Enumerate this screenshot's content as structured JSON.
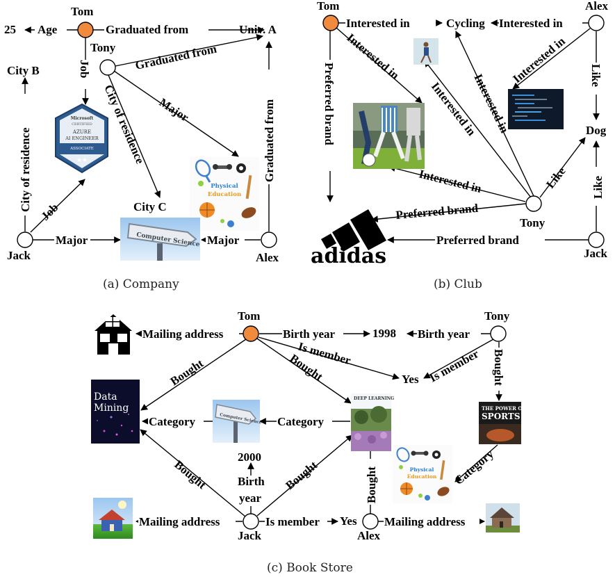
{
  "colors": {
    "highlight_node": "#f08a3c"
  },
  "company": {
    "caption": "(a) Company",
    "tom": "Tom",
    "tony": "Tony",
    "jack": "Jack",
    "alex": "Alex",
    "age_value": "25",
    "age": "Age",
    "graduated_from_1": "Graduated from",
    "graduated_from_2": "Graduated from",
    "graduated_from_3": "Graduated from",
    "univ_a": "Univ. A",
    "job_1": "Job",
    "job_2": "Job",
    "city_b": "City B",
    "city_c": "City C",
    "city_residence_1": "City  of residence",
    "city_residence_2": "City  of residence",
    "major_1": "Major",
    "major_2": "Major",
    "major_3": "Major",
    "cert_title": "Microsoft",
    "cert_sub": "CERTIFIED",
    "cert_l1": "AZURE",
    "cert_l2": "AI ENGINEER",
    "cert_l3": "ASSOCIATE",
    "cert_stars": "★★",
    "phys_ed_1": "Physical",
    "phys_ed_2": "Education",
    "cs_sign": "Computer Science"
  },
  "club": {
    "caption": "(b) Club",
    "tom": "Tom",
    "tony": "Tony",
    "jack": "Jack",
    "alex": "Alex",
    "cycling": "Cycling",
    "dog": "Dog",
    "interested_in": "Interested in",
    "preferred_brand": "Preferred brand",
    "like": "Like",
    "adidas": "adidas"
  },
  "store": {
    "caption": "(c) Book Store",
    "tom": "Tom",
    "tony": "Tony",
    "jack": "Jack",
    "alex": "Alex",
    "mailing_address": "Mailing address",
    "birth_year": "Birth year",
    "year_1998": "1998",
    "year_2000": "2000",
    "birth": "Birth",
    "year": "year",
    "is_member": "Is member",
    "yes": "Yes",
    "bought": "Bought",
    "category": "Category",
    "dm_1": "Data",
    "dm_2": "Mining",
    "sports_1": "THE POWER OF",
    "sports_2": "SPORTS",
    "deep_learning": "DEEP LEARNING",
    "phys_ed_1": "Physical",
    "phys_ed_2": "Education",
    "cs_sign": "Computer Science"
  }
}
